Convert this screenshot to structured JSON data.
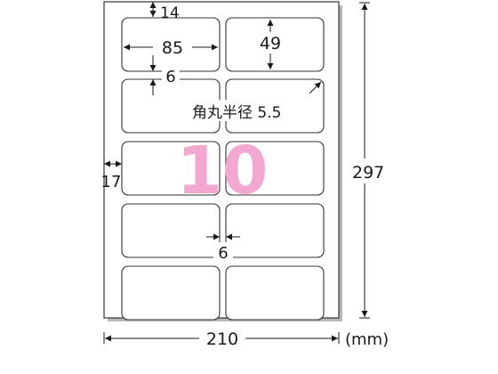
{
  "diagram": {
    "label_count": "10",
    "unit": "(mm)",
    "sheet_width": "210",
    "sheet_height": "297",
    "label_width": "85",
    "label_height": "49",
    "top_margin": "14",
    "side_margin": "17",
    "vertical_gap": "6",
    "horizontal_gap": "6",
    "corner_radius_text": "角丸半径 5.5",
    "count_color": "#f2a8d0"
  }
}
